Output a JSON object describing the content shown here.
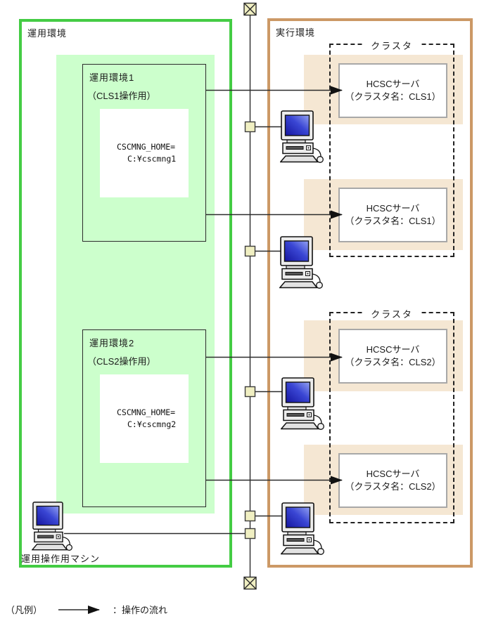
{
  "operation_env": {
    "label": "運用環境",
    "machine_label": "運用操作用マシン",
    "environments": [
      {
        "name": "運用環境1",
        "purpose": "（CLS1操作用）",
        "home_var": "CSCMNG_HOME=",
        "home_path": "C:¥cscmng1"
      },
      {
        "name": "運用環境2",
        "purpose": "（CLS2操作用）",
        "home_var": "CSCMNG_HOME=",
        "home_path": "C:¥cscmng2"
      }
    ]
  },
  "execution_env": {
    "label": "実行環境",
    "clusters": [
      {
        "label": "クラスタ",
        "servers": [
          {
            "name": "HCSCサーバ",
            "cluster_name": "（クラスタ名：CLS1）"
          },
          {
            "name": "HCSCサーバ",
            "cluster_name": "（クラスタ名：CLS1）"
          }
        ]
      },
      {
        "label": "クラスタ",
        "servers": [
          {
            "name": "HCSCサーバ",
            "cluster_name": "（クラスタ名：CLS2）"
          },
          {
            "name": "HCSCサーバ",
            "cluster_name": "（クラスタ名：CLS2）"
          }
        ]
      }
    ]
  },
  "legend": {
    "prefix": "（凡例）",
    "arrow_meaning": "：操作の流れ"
  },
  "icons": {
    "computer": "computer-icon",
    "network_endpoint": "crossed-box-icon",
    "connector": "connector-square-icon",
    "flow": "arrow-right-icon"
  },
  "colors": {
    "operation_env_border": "#44cc44",
    "operation_env_fill": "#ccffcc",
    "execution_env_border": "#cc9966",
    "cluster_server_fill": "#f5e7d3",
    "connector_fill": "#f0efc2",
    "line": "#2b2b2b"
  }
}
